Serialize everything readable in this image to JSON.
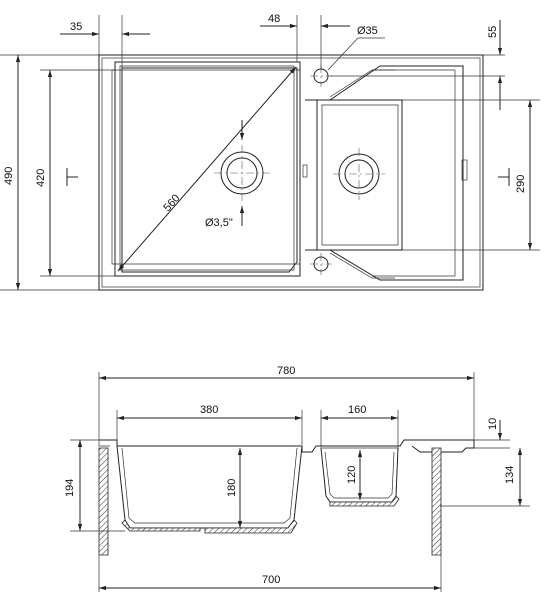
{
  "top_view": {
    "overall_height": "490",
    "bowl_height": "420",
    "small_bowl_height": "290",
    "edge_offset": "35",
    "tap_hole_offset": "48",
    "tap_hole_diameter": "Ø35",
    "tap_hole_top": "55",
    "diagonal": "560",
    "drain_diameter": "Ø3,5\""
  },
  "section_view": {
    "overall_width": "780",
    "large_bowl_width": "380",
    "small_bowl_width": "160",
    "rim_thickness": "10",
    "overall_depth": "194",
    "large_bowl_depth": "180",
    "small_bowl_depth": "120",
    "side_depth": "134",
    "cabinet_width": "700"
  }
}
